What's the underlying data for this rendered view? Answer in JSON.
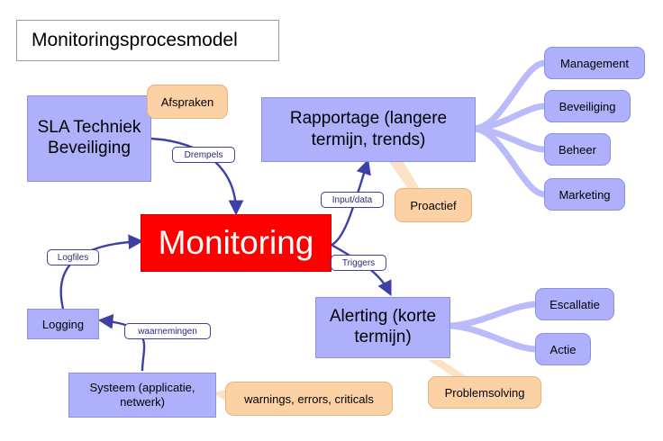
{
  "title": "Monitoringsprocesmodel",
  "center": "Monitoring",
  "nodes": {
    "sla": "SLA Techniek Beveiliging",
    "rapportage": "Rapportage (langere termijn, trends)",
    "alerting": "Alerting (korte termijn)",
    "logging": "Logging",
    "systeem": "Systeem (applicatie, netwerk)"
  },
  "notes": {
    "afspraken": "Afspraken",
    "proactief": "Proactief",
    "problemsolving": "Problemsolving",
    "warnings": "warnings, errors, criticals"
  },
  "leaves": {
    "management": "Management",
    "beveiliging": "Beveiliging",
    "beheer": "Beheer",
    "marketing": "Marketing",
    "escallatie": "Escallatie",
    "actie": "Actie"
  },
  "edge_labels": {
    "drempels": "Drempels",
    "input": "Input/data",
    "triggers": "Triggers",
    "logfiles": "Logfiles",
    "waarnemingen": "waarnemingen"
  },
  "colors": {
    "node_fill": "#aeb0fb",
    "note_fill": "#fcd1a4",
    "center_fill": "#ff0000",
    "edge": "#3f3fa8",
    "branch": "#b9bbfb"
  }
}
